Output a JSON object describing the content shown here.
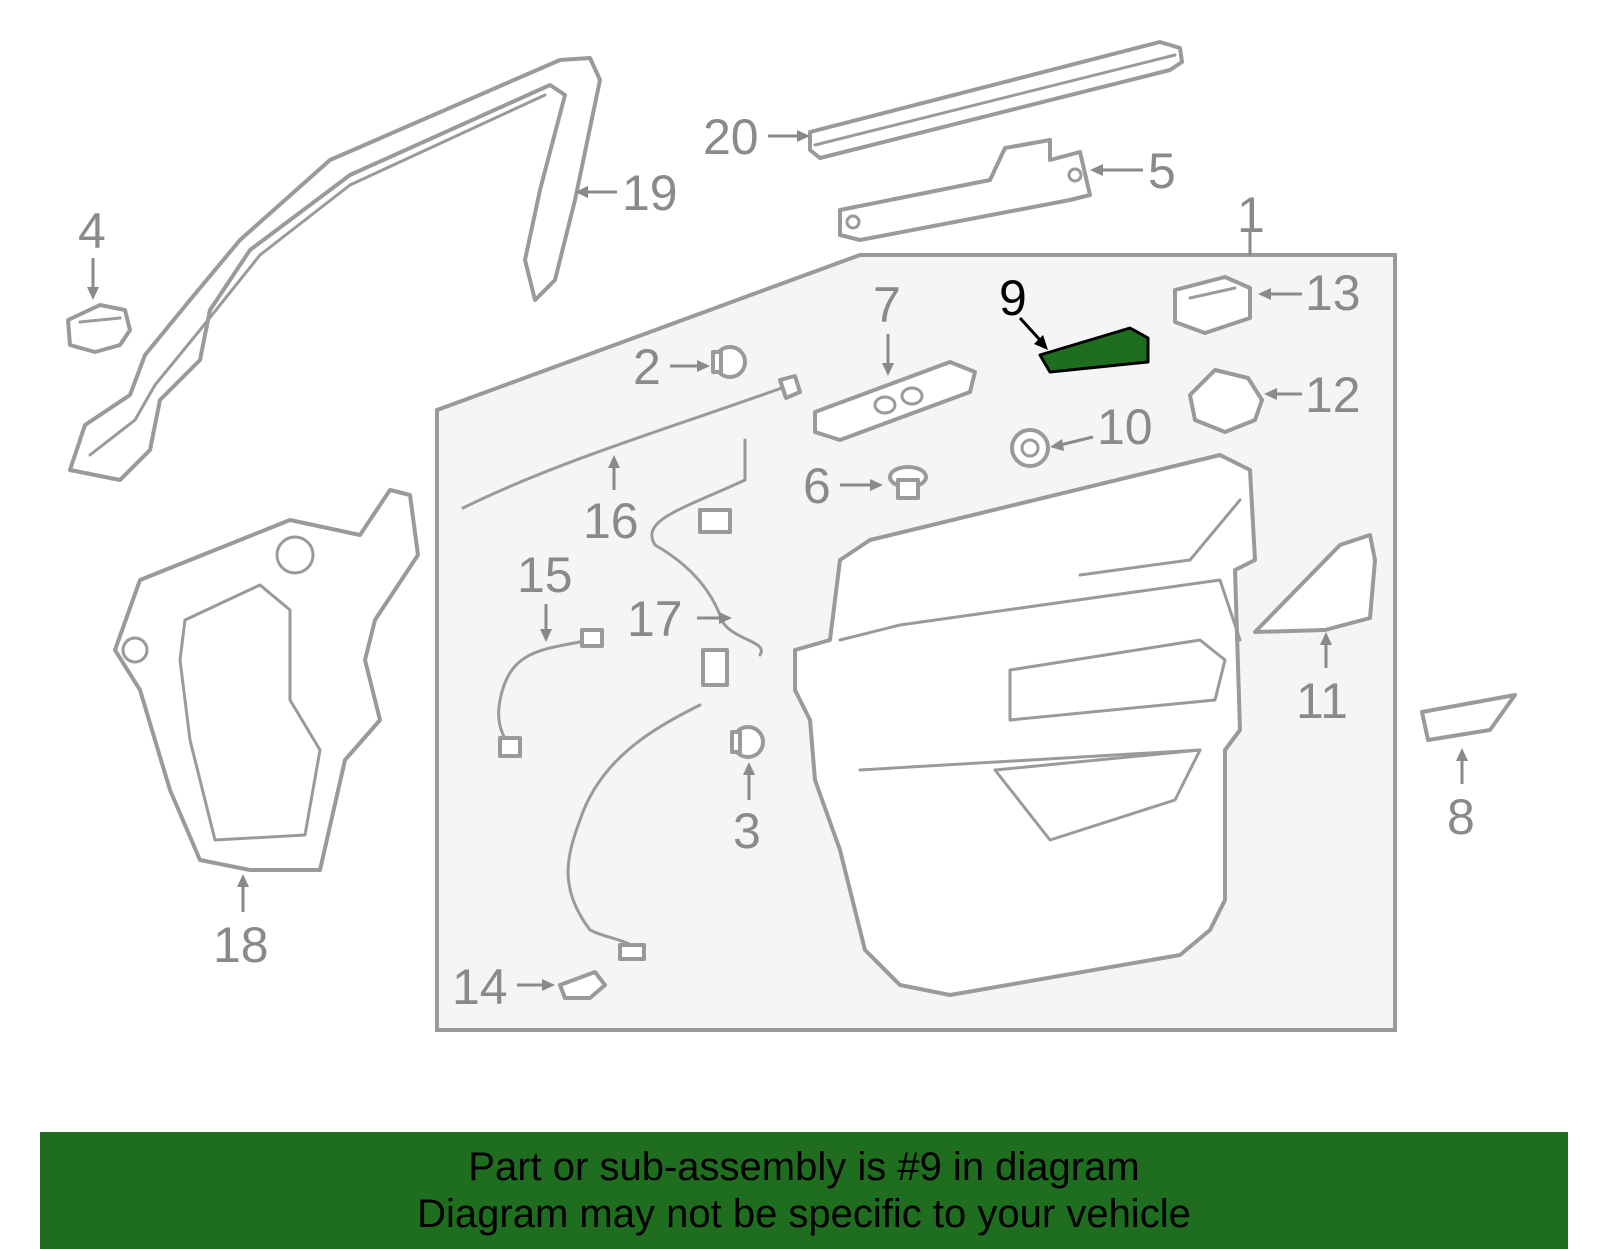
{
  "callouts": {
    "c1": "1",
    "c2": "2",
    "c3": "3",
    "c4": "4",
    "c5": "5",
    "c6": "6",
    "c7": "7",
    "c8": "8",
    "c9": "9",
    "c10": "10",
    "c11": "11",
    "c12": "12",
    "c13": "13",
    "c14": "14",
    "c15": "15",
    "c16": "16",
    "c17": "17",
    "c18": "18",
    "c19": "19",
    "c20": "20"
  },
  "highlighted_part": "9",
  "colors": {
    "highlight_part": "#1f6e1f",
    "banner_background": "#1f6e1f",
    "line_art": "#9a9a9a",
    "panel_background": "#f5f5f5"
  },
  "banner": {
    "line1": "Part or sub-assembly is #9 in diagram",
    "line2": "Diagram may not be specific to your vehicle"
  }
}
